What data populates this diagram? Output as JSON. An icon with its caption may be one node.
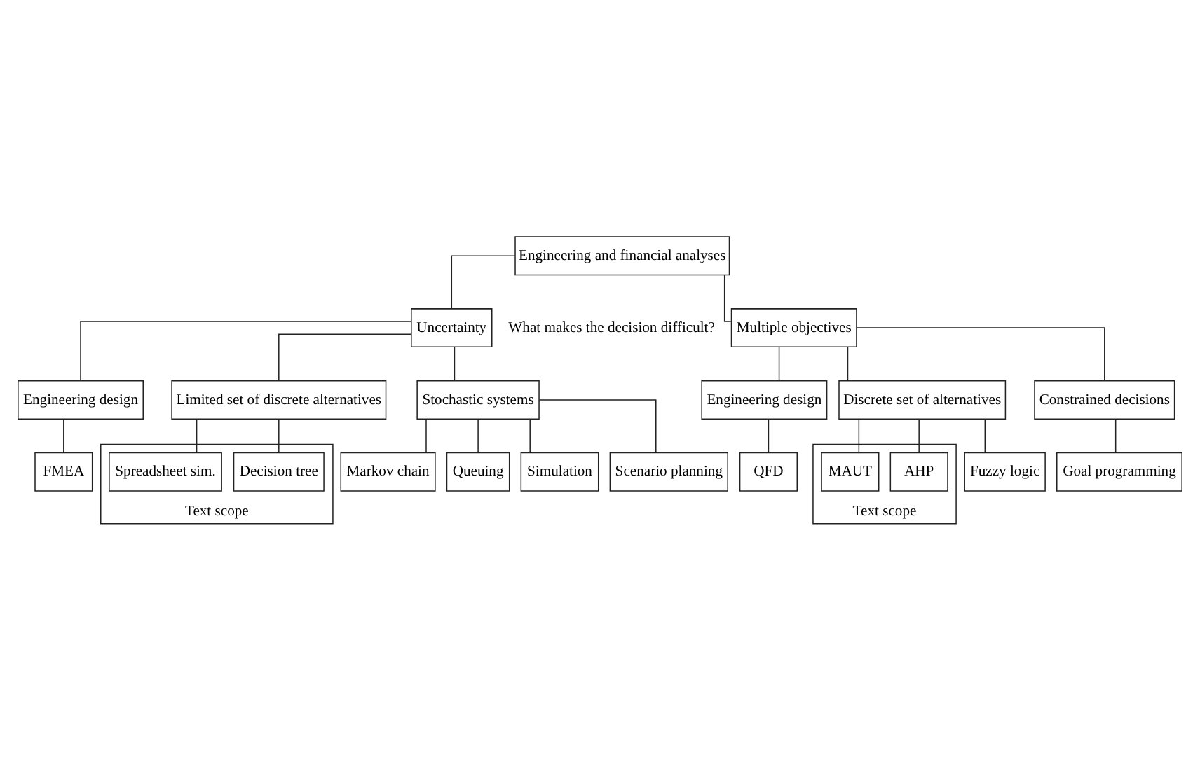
{
  "diagram": {
    "nodes": [
      {
        "text": [
          "Engineering and financial analyses"
        ]
      },
      {
        "text": [
          "Uncertainty"
        ]
      },
      {
        "text": [
          "Multiple objectives"
        ]
      },
      {
        "text": [
          "Engineering design"
        ]
      },
      {
        "text": [
          "Limited set of discrete alternatives"
        ]
      },
      {
        "text": [
          "Stochastic systems"
        ]
      },
      {
        "text": [
          "Engineering design"
        ]
      },
      {
        "text": [
          "Discrete set of alternatives"
        ]
      },
      {
        "text": [
          "Constrained decisions"
        ]
      },
      {
        "text": [
          "FMEA"
        ]
      },
      {
        "text": [
          "Text scope"
        ]
      },
      {
        "text": [
          "Decision tree"
        ],
        "in": 10
      },
      {
        "text": [
          "Spreadsheet sim."
        ],
        "in": 10
      },
      {
        "text": [
          "Markov chain"
        ]
      },
      {
        "text": [
          "Queuing"
        ]
      },
      {
        "text": [
          "Simulation"
        ]
      },
      {
        "text": [
          "Scenario planning"
        ]
      },
      {
        "text": [
          "QFD"
        ]
      },
      {
        "text": [
          "Text scope"
        ]
      },
      {
        "text": [
          "AHP"
        ],
        "in": 18
      },
      {
        "text": [
          "MAUT"
        ],
        "in": 18
      },
      {
        "text": [
          "Fuzzy logic"
        ]
      },
      {
        "text": [
          "Goal programming"
        ]
      }
    ],
    "edges": [
      {
        "from": 0,
        "to": 1,
        "arrow": "none"
      },
      {
        "from": 0,
        "to": 2,
        "arrow": "none"
      },
      {
        "from": 1,
        "to": 3,
        "arrow": "none"
      },
      {
        "from": 1,
        "to": 4,
        "arrow": "none"
      },
      {
        "from": 1,
        "to": 5,
        "arrow": "none"
      },
      {
        "from": 2,
        "to": 6,
        "arrow": "none"
      },
      {
        "from": 2,
        "to": 7,
        "arrow": "none"
      },
      {
        "from": 2,
        "to": 8,
        "arrow": "none"
      },
      {
        "from": 3,
        "to": 9,
        "arrow": "none"
      },
      {
        "from": 4,
        "to": 11,
        "arrow": "none"
      },
      {
        "from": 4,
        "to": 12,
        "arrow": "none"
      },
      {
        "from": 5,
        "to": 13,
        "arrow": "none"
      },
      {
        "from": 5,
        "to": 14,
        "arrow": "none"
      },
      {
        "from": 5,
        "to": 15,
        "arrow": "none"
      },
      {
        "from": 5,
        "to": 16,
        "arrow": "none"
      },
      {
        "from": 6,
        "to": 17,
        "arrow": "none"
      },
      {
        "from": 7,
        "to": 19,
        "arrow": "none"
      },
      {
        "from": 7,
        "to": 20,
        "arrow": "none"
      },
      {
        "from": 7,
        "to": 21,
        "arrow": "none"
      },
      {
        "from": 8,
        "to": 22,
        "arrow": "none"
      }
    ],
    "labels": [
      "What makes the decision difficult?"
    ]
  }
}
